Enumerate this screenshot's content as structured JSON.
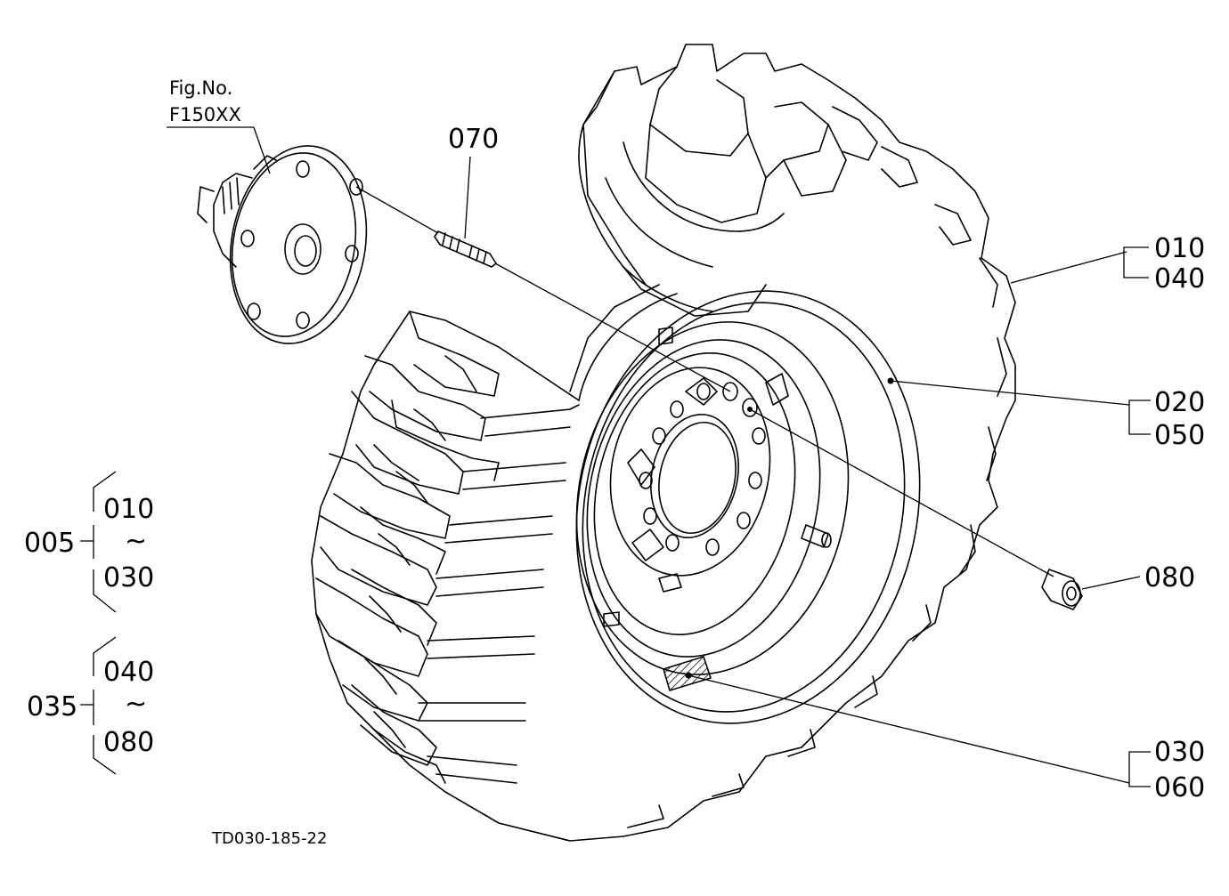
{
  "figure": {
    "fig_no_label": "Fig.No.",
    "fig_no_value": "F150XX",
    "drawing_code": "TD030-185-22"
  },
  "callouts": {
    "p010": "010",
    "p040": "040",
    "p020": "020",
    "p050": "050",
    "p070": "070",
    "p080": "080",
    "p030": "030",
    "p060": "060"
  },
  "groups": [
    {
      "id": "005",
      "from": "010",
      "tilde": "~",
      "to": "030"
    },
    {
      "id": "035",
      "from": "040",
      "tilde": "~",
      "to": "080"
    }
  ],
  "colors": {
    "ink": "#000000",
    "paper": "#ffffff"
  }
}
